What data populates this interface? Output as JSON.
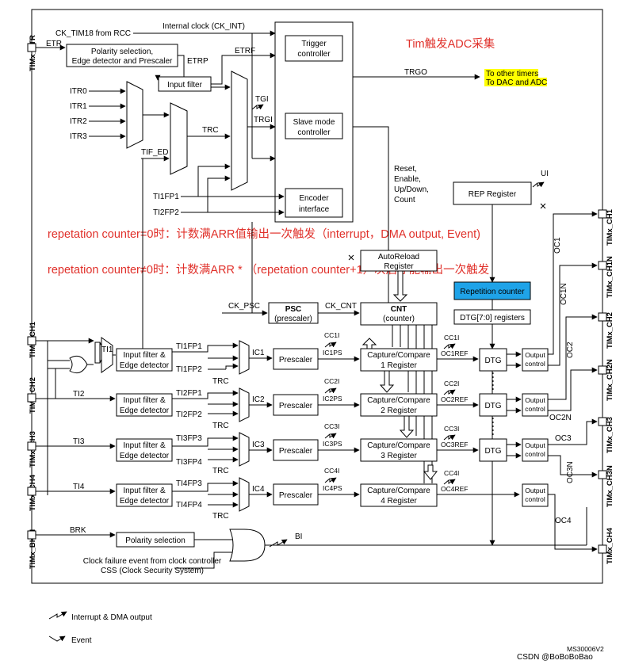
{
  "annotations": {
    "title_cn": "Tim触发ADC采集",
    "rep0": "repetation counter=0时：计数满ARR值输出一次触发（interrupt，DMA output, Event)",
    "repN": "repetation counter≠0时：计数满ARR * （repetation counter+1）次后才能输出一次触发"
  },
  "inputs": {
    "ck_tim": "CK_TIM18 from RCC",
    "internal_clock": "Internal clock (CK_INT)",
    "etr": "ETR",
    "etrp": "ETRP",
    "etrf": "ETRF",
    "itr0": "ITR0",
    "itr1": "ITR1",
    "itr2": "ITR2",
    "itr3": "ITR3",
    "trc": "TRC",
    "tif_ed": "TIF_ED",
    "tgi": "TGI",
    "trgi": "TRGI",
    "ti1fp1": "TI1FP1",
    "ti2fp2": "TI2FP2",
    "trgo": "TRGO",
    "trgo_dest1": "To other timers",
    "trgo_dest2": "To DAC and ADC",
    "reset_list": [
      "Reset,",
      "Enable,",
      "Up/Down,",
      "Count"
    ],
    "ui": "UI",
    "ck_psc": "CK_PSC",
    "ck_cnt": "CK_CNT"
  },
  "blocks": {
    "polarity_etr_1": "Polarity selection,",
    "polarity_etr_2": "Edge detector and Prescaler",
    "input_filter": "Input filter",
    "trigger_1": "Trigger",
    "trigger_2": "controller",
    "slave_1": "Slave mode",
    "slave_2": "controller",
    "encoder_1": "Encoder",
    "encoder_2": "interface",
    "rep_register": "REP Register",
    "autoreload_1": "AutoReload",
    "autoreload_2": "Register",
    "repetition_counter": "Repetition counter",
    "psc_1": "PSC",
    "psc_2": "(prescaler)",
    "cnt_1": "CNT",
    "cnt_2": "(counter)",
    "dtg_registers": "DTG[7:0] registers",
    "dtg": "DTG",
    "output_1": "Output",
    "output_2": "control",
    "prescaler": "Prescaler",
    "filter_1": "Input filter &",
    "filter_2": "Edge detector",
    "capture_1": "Capture/Compare",
    "register_suffix": [
      "1 Register",
      "2 Register",
      "3 Register",
      "4 Register"
    ],
    "polarity_brk": "Polarity selection"
  },
  "channels": {
    "pins": [
      "TIMx_CH1",
      "TIMx_CH2",
      "TIMx_CH3",
      "TIMx_CH4"
    ],
    "ti": [
      "TI1",
      "TI2",
      "TI3",
      "TI4"
    ],
    "fp_top": [
      "TI1FP1",
      "TI2FP1",
      "TI3FP3",
      "TI4FP3"
    ],
    "fp_bot": [
      "TI1FP2",
      "TI2FP2",
      "TI3FP4",
      "TI4FP4"
    ],
    "ic": [
      "IC1",
      "IC2",
      "IC3",
      "IC4"
    ],
    "icps": [
      "IC1PS",
      "IC2PS",
      "IC3PS",
      "IC4PS"
    ],
    "cci_in": [
      "CC1I",
      "CC2I",
      "CC3I",
      "CC4I"
    ],
    "cci_out": [
      "CC1I",
      "CC2I",
      "CC3I",
      "CC4I"
    ],
    "ocref": [
      "OC1REF",
      "OC2REF",
      "OC3REF",
      "OC4REF"
    ],
    "trc": "TRC"
  },
  "outputs": {
    "pins": [
      "TIMx_CH1",
      "TIMx_CH1N",
      "TIMx_CH2",
      "TIMx_CH2N",
      "TIMx_CH3",
      "TIMx_CH3N",
      "TIMx_CH4"
    ],
    "oc": [
      "OC1",
      "OC1N",
      "OC2",
      "OC2N",
      "OC3",
      "OC3N",
      "OC4"
    ]
  },
  "pins": {
    "etr": "TIMx_ETR",
    "bkin": "TIMx_BKIN"
  },
  "brk": {
    "brk": "BRK",
    "bi": "BI",
    "clock_fail_1": "Clock failure event from clock controller",
    "clock_fail_2": "CSS (Clock Security System)"
  },
  "legend": {
    "interrupt": "Interrupt & DMA output",
    "event": "Event"
  },
  "footer": {
    "ref": "MS30006V2",
    "watermark": "CSDN @BoBoBoBao"
  }
}
